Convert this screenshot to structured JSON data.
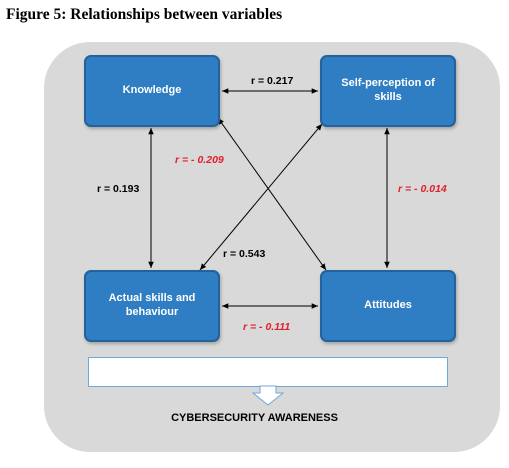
{
  "figure_title": "Figure 5: Relationships between variables",
  "nodes": {
    "knowledge": "Knowledge",
    "self_perception": "Self-perception of skills",
    "actual_skills": "Actual skills and behaviour",
    "attitudes": "Attitudes"
  },
  "correlations": {
    "knowledge_self_perception": "r = 0.217",
    "knowledge_attitudes": "r = - 0.209",
    "knowledge_actual_skills": "r = 0.193",
    "self_perception_attitudes": "r = - 0.014",
    "self_perception_actual_skills": "r = 0.543",
    "actual_skills_attitudes": "r = - 0.111"
  },
  "outcome_label": "CYBERSECURITY AWARENESS",
  "colors": {
    "node_fill": "#2f7dc2",
    "panel": "#d9d9d9",
    "negative_label": "#e0202c"
  }
}
